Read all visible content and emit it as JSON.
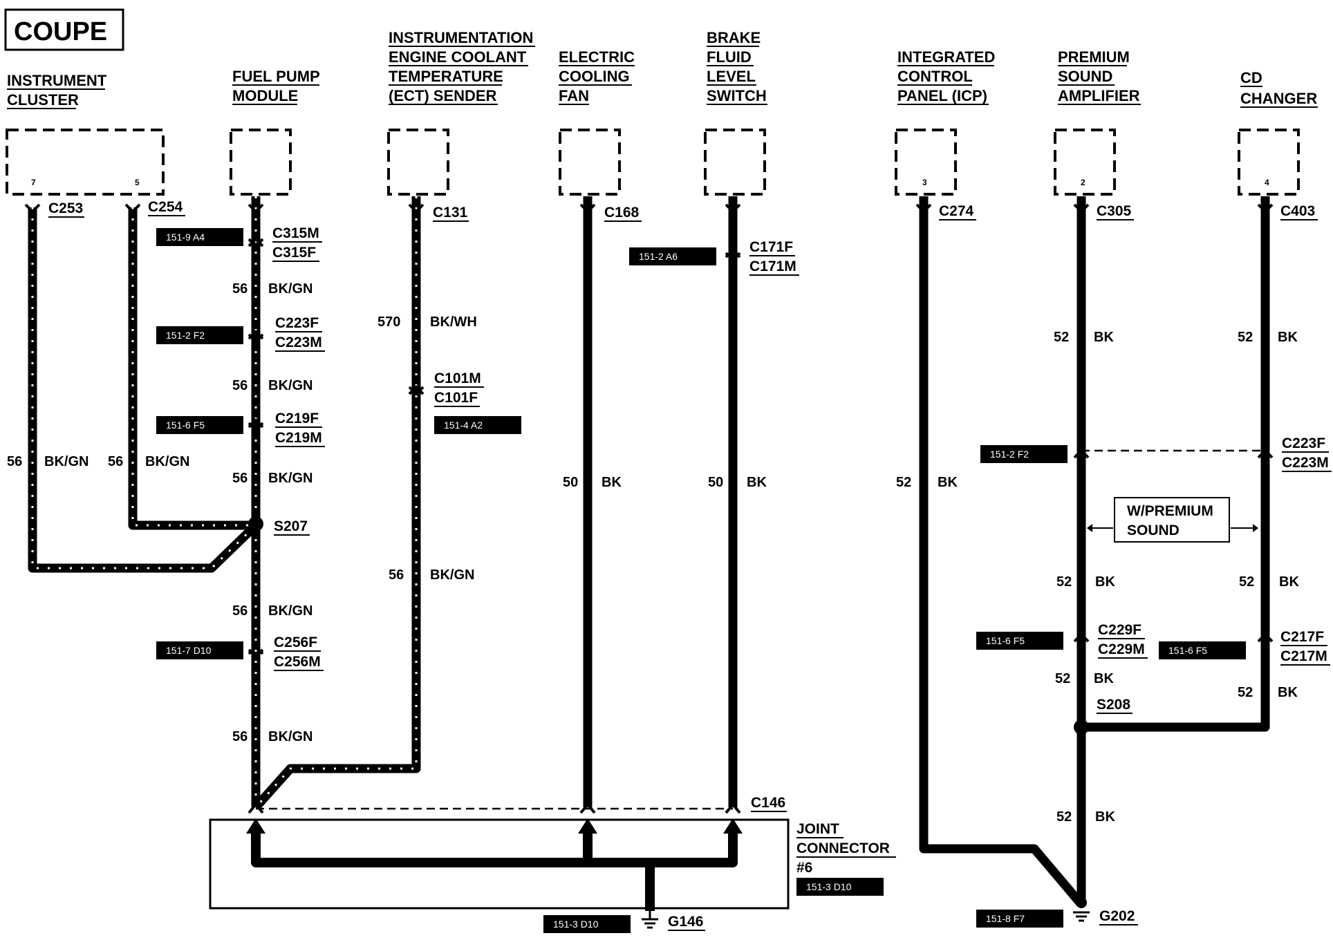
{
  "title": "COUPE",
  "components": [
    {
      "id": "instrument-cluster",
      "lines": [
        "INSTRUMENT",
        "CLUSTER"
      ],
      "pins": [
        "7",
        "5"
      ]
    },
    {
      "id": "fuel-pump-module",
      "lines": [
        "FUEL PUMP",
        "MODULE"
      ],
      "pins": []
    },
    {
      "id": "ect-sender",
      "lines": [
        "INSTRUMENTATION",
        "ENGINE COOLANT",
        "TEMPERATURE",
        "(ECT) SENDER"
      ],
      "pins": []
    },
    {
      "id": "electric-cooling-fan",
      "lines": [
        "ELECTRIC",
        "COOLING",
        "FAN"
      ],
      "pins": []
    },
    {
      "id": "brake-fluid-level-switch",
      "lines": [
        "BRAKE",
        "FLUID",
        "LEVEL",
        "SWITCH"
      ],
      "pins": []
    },
    {
      "id": "icp",
      "lines": [
        "INTEGRATED",
        "CONTROL",
        "PANEL (ICP)"
      ],
      "pins": [
        "3"
      ]
    },
    {
      "id": "premium-sound-amplifier",
      "lines": [
        "PREMIUM",
        "SOUND",
        "AMPLIFIER"
      ],
      "pins": [
        "2"
      ]
    },
    {
      "id": "cd-changer",
      "lines": [
        "CD",
        "CHANGER"
      ],
      "pins": [
        "4"
      ]
    }
  ],
  "connectors": {
    "c253": "C253",
    "c254": "C254",
    "c315m": "C315M",
    "c315f": "C315F",
    "c223f": "C223F",
    "c223m": "C223M",
    "c219f": "C219F",
    "c219m": "C219M",
    "c256f": "C256F",
    "c256m": "C256M",
    "c131": "C131",
    "c101m": "C101M",
    "c101f": "C101F",
    "c168": "C168",
    "c171f": "C171F",
    "c171m": "C171M",
    "c146": "C146",
    "c274": "C274",
    "c305": "C305",
    "c403": "C403",
    "c223f_r": "C223F",
    "c223m_r": "C223M",
    "c229f": "C229F",
    "c229m": "C229M",
    "c217f": "C217F",
    "c217m": "C217M"
  },
  "splices": {
    "s207": "S207",
    "s208": "S208"
  },
  "grounds": {
    "g146": "G146",
    "g202": "G202"
  },
  "joint_connector": [
    "JOINT",
    "CONNECTOR",
    "#6"
  ],
  "note_premium": [
    "W/PREMIUM",
    "SOUND"
  ],
  "wire_labels": {
    "ic7": {
      "circuit": "56",
      "color": "BK/GN"
    },
    "ic5": {
      "circuit": "56",
      "color": "BK/GN"
    },
    "fp1": {
      "circuit": "56",
      "color": "BK/GN"
    },
    "fp2": {
      "circuit": "56",
      "color": "BK/GN"
    },
    "fp3": {
      "circuit": "56",
      "color": "BK/GN"
    },
    "fp4": {
      "circuit": "56",
      "color": "BK/GN"
    },
    "fp5": {
      "circuit": "56",
      "color": "BK/GN"
    },
    "ect1": {
      "circuit": "570",
      "color": "BK/WH"
    },
    "ect2": {
      "circuit": "56",
      "color": "BK/GN"
    },
    "fan": {
      "circuit": "50",
      "color": "BK"
    },
    "brake": {
      "circuit": "50",
      "color": "BK"
    },
    "icp": {
      "circuit": "52",
      "color": "BK"
    },
    "amp1": {
      "circuit": "52",
      "color": "BK"
    },
    "amp2": {
      "circuit": "52",
      "color": "BK"
    },
    "amp3": {
      "circuit": "52",
      "color": "BK"
    },
    "amp4": {
      "circuit": "52",
      "color": "BK"
    },
    "cd1": {
      "circuit": "52",
      "color": "BK"
    },
    "cd2": {
      "circuit": "52",
      "color": "BK"
    },
    "cd3": {
      "circuit": "52",
      "color": "BK"
    }
  },
  "page_refs": {
    "r1": "151-9 A4",
    "r2": "151-2 F2",
    "r3": "151-6 F5",
    "r4": "151-7 D10",
    "r5": "151-4 A2",
    "r6": "151-2 A6",
    "r7": "151-3 D10",
    "r8": "151-3 D10",
    "r9": "151-2 F2",
    "r10": "151-6 F5",
    "r11": "151-6 F5",
    "r12": "151-8 F7"
  }
}
